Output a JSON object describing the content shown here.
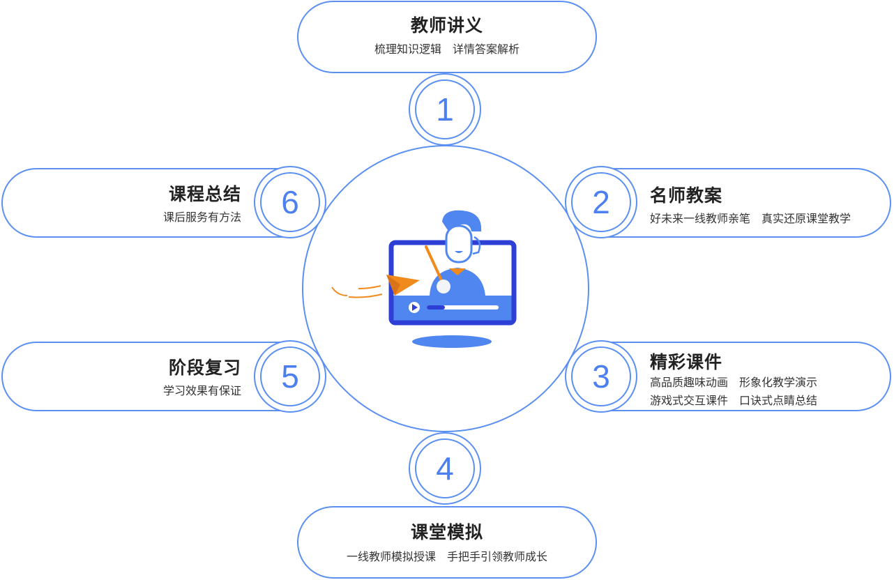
{
  "items": {
    "one": {
      "number": "1",
      "title": "教师讲义",
      "lines": [
        "梳理知识逻辑",
        "详情答案解析"
      ]
    },
    "two": {
      "number": "2",
      "title": "名师教案",
      "lines": [
        "好未来一线教师亲笔",
        "真实还原课堂教学"
      ]
    },
    "three": {
      "number": "3",
      "title": "精彩课件",
      "lines": [
        "高品质趣味动画",
        "形象化教学演示",
        "游戏式交互课件",
        "口诀式点睛总结"
      ]
    },
    "four": {
      "number": "4",
      "title": "课堂模拟",
      "lines": [
        "一线教师模拟授课",
        "手把手引领教师成长"
      ]
    },
    "five": {
      "number": "5",
      "title": "阶段复习",
      "lines": [
        "学习效果有保证"
      ]
    },
    "six": {
      "number": "6",
      "title": "课程总结",
      "lines": [
        "课后服务有方法"
      ]
    }
  },
  "colors": {
    "outline": "#5b8ff2",
    "number": "#4c7ff0",
    "screen": "#2e3fd6",
    "person": "#4f86f0",
    "accent": "#f08a1c"
  },
  "icons": [
    "teacher-online-class-illustration",
    "paper-plane-icon",
    "play-icon"
  ]
}
